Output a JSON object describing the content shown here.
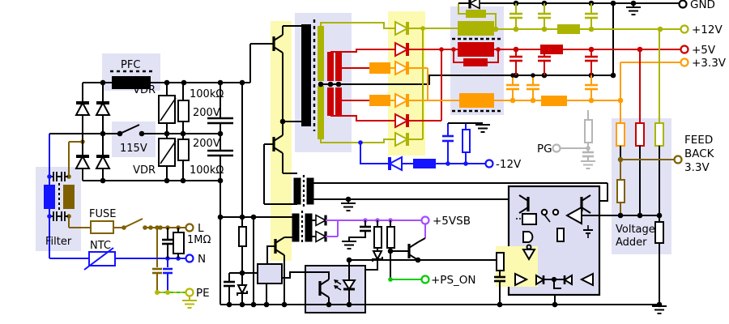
{
  "input": {
    "pfc": "PFC",
    "vdr1": "VDR",
    "vdr2": "VDR",
    "r1": "100kΩ",
    "r2": "100kΩ",
    "c1": "200V",
    "c2": "200V",
    "sw": "115V",
    "fuse": "FUSE",
    "ntc": "NTC",
    "rbleed": "1MΩ",
    "filter": "Filter",
    "l": "L",
    "n": "N",
    "pe": "PE"
  },
  "rails": {
    "gnd": "GND",
    "v12": "+12V",
    "v5": "+5V",
    "v33": "+3.3V",
    "vm12": "-12V",
    "pg": "PG",
    "v5sb": "+5VSB",
    "pson": "+PS_ON"
  },
  "feedback": {
    "l1": "FEED",
    "l2": "BACK",
    "l3": "3.3V",
    "adder1": "Voltage",
    "adder2": "Adder"
  },
  "colors": {
    "rail_12v": "#abb400",
    "rail_5v": "#cc0000",
    "rail_3v3": "#ff9d00",
    "rail_m12v": "#1414ff",
    "rail_5vsb": "#a64dff",
    "pson_green": "#00cc00",
    "pg_gray": "#b5b5b5",
    "line_brown": "#7f6000",
    "neutral_blue": "#1414ff",
    "earth_yellow": "#b5b800",
    "highlight_yellow": "#fcf9b0",
    "block_lavender": "#e2e2f5"
  }
}
